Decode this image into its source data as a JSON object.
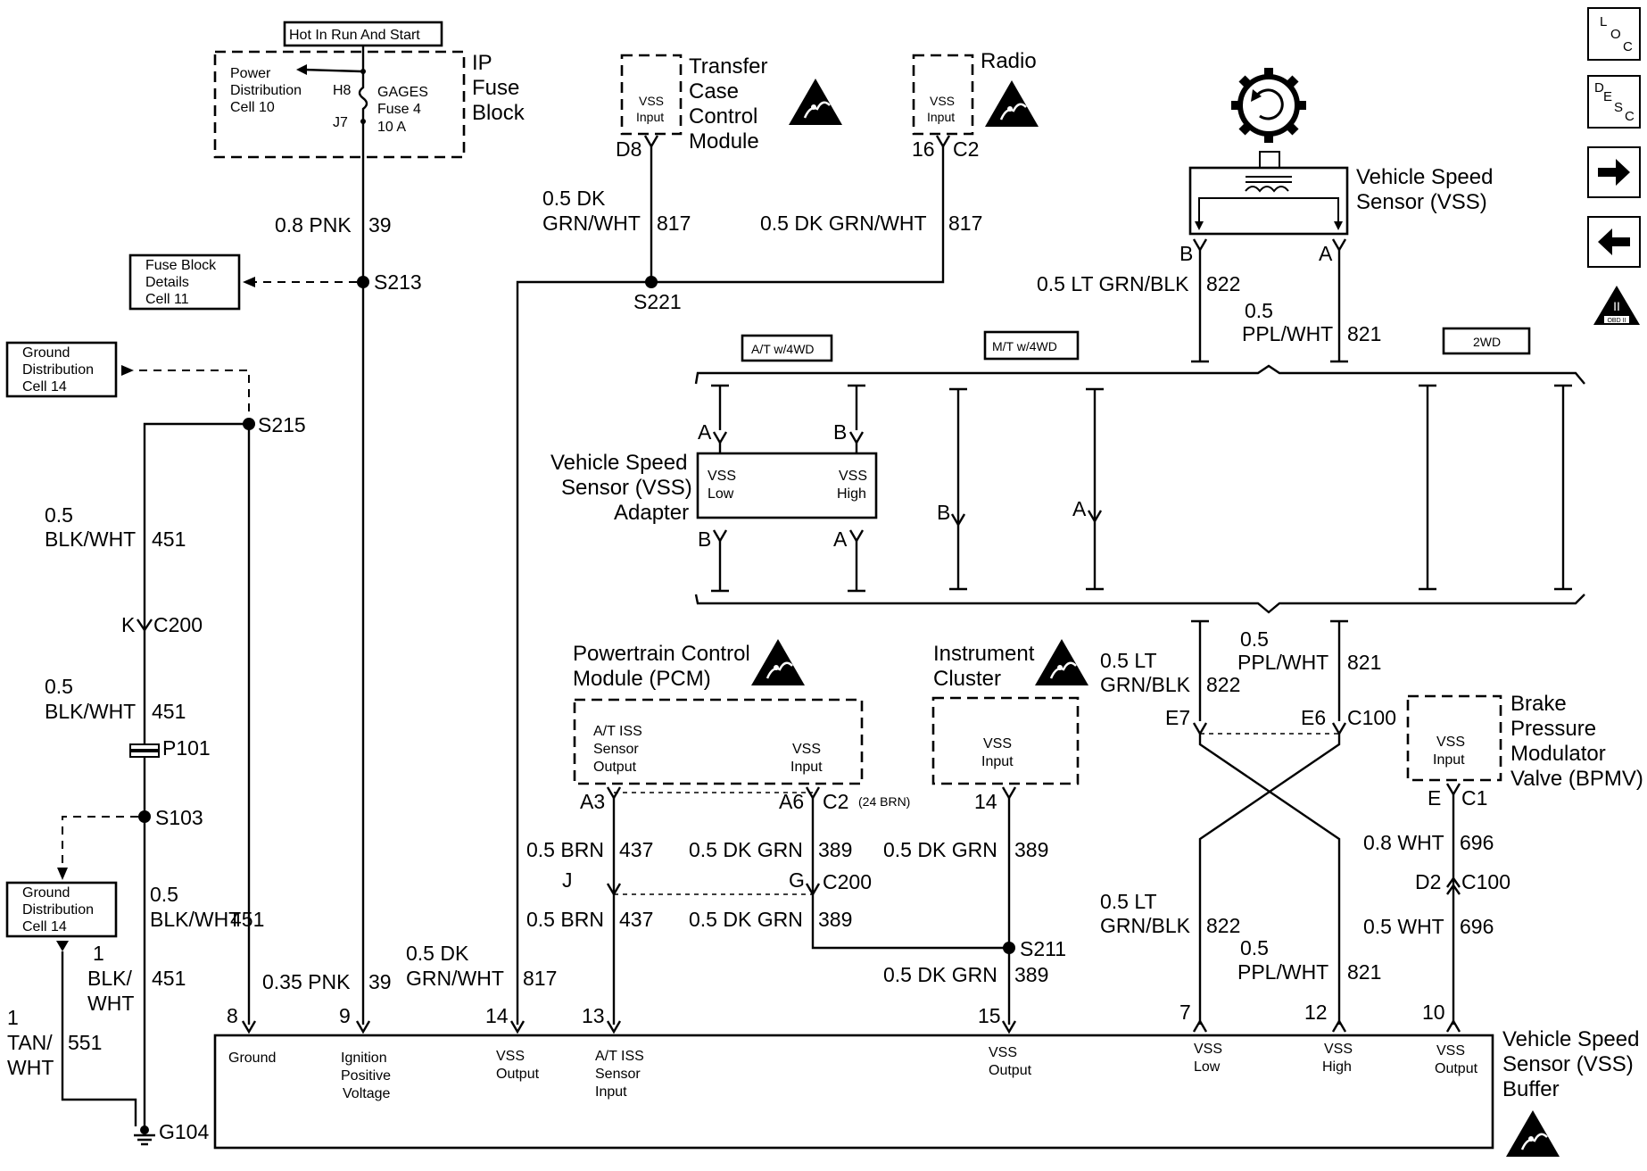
{
  "fuse": {
    "hot_label": "Hot In Run And Start",
    "pdc_l1": "Power",
    "pdc_l2": "Distribution",
    "pdc_l3": "Cell 10",
    "h8": "H8",
    "j7": "J7",
    "gages1": "GAGES",
    "gages2": "Fuse 4",
    "gages3": "10 A",
    "ip1": "IP",
    "ip2": "Fuse",
    "ip3": "Block"
  },
  "refs": {
    "fbd1": "Fuse Block",
    "fbd2": "Details",
    "fbd3": "Cell 11",
    "gd_a1": "Ground",
    "gd_a2": "Distribution",
    "gd_a3": "Cell 14",
    "gd_b1": "Ground",
    "gd_b2": "Distribution",
    "gd_b3": "Cell 14"
  },
  "splices": {
    "s213": "S213",
    "s215": "S215",
    "s221": "S221",
    "s103": "S103",
    "s211": "S211",
    "p101": "P101",
    "g104": "G104"
  },
  "connectors": {
    "c200_k": "K",
    "c200": "C200",
    "d8": "D8",
    "p16": "16",
    "c2_radio": "C2",
    "b": "B",
    "a": "A",
    "a3": "A3",
    "a6": "A6",
    "c2_pcm": "C2",
    "c2_note": "(24 BRN)",
    "j": "J",
    "g": "G",
    "c200b": "C200",
    "p14": "14",
    "e7": "E7",
    "e6": "E6",
    "c100": "C100",
    "e": "E",
    "c1": "C1",
    "d2": "D2",
    "c100b": "C100"
  },
  "wires": {
    "pnk08": "0.8 PNK",
    "n39": "39",
    "dkgrn_a1": "0.5 DK",
    "dkgrn_a2": "GRN/WHT",
    "n817": "817",
    "dkgrn_b": "0.5 DK GRN/WHT",
    "n817b": "817",
    "ltgrn822": "0.5 LT GRN/BLK",
    "n822": "822",
    "ppl05": "0.5",
    "pplwht": "PPL/WHT",
    "n821": "821",
    "blk05a": "0.5",
    "blkwht_a": "BLK/WHT",
    "n451a": "451",
    "blk05b": "0.5",
    "blkwht_b": "BLK/WHT",
    "n451b": "451",
    "blk05c": "0.5",
    "blkwht_c": "BLK/WHT",
    "n451c": "451",
    "blk1": "1",
    "blk1b": "BLK/",
    "blk1c": "WHT",
    "n451d": "451",
    "tan1": "1",
    "tan2": "TAN/",
    "tan3": "WHT",
    "n551": "551",
    "pnk035": "0.35 PNK",
    "n39b": "39",
    "dk05c1": "0.5 DK",
    "dk05c2": "GRN/WHT",
    "n817c": "817",
    "brn1": "0.5 BRN",
    "n437a": "437",
    "brn2": "0.5 BRN",
    "n437b": "437",
    "dkg1": "0.5 DK GRN",
    "n389a": "389",
    "dkg2": "0.5 DK GRN",
    "n389b": "389",
    "dkg3": "0.5 DK GRN",
    "n389c": "389",
    "dkg4": "0.5 DK GRN",
    "n389d": "389",
    "lt1a": "0.5 LT",
    "lt1b": "GRN/BLK",
    "n822b": "822",
    "pp1a": "0.5",
    "pp1b": "PPL/WHT",
    "n821b": "821",
    "wht08": "0.8 WHT",
    "n696a": "696",
    "lt2a": "0.5 LT",
    "lt2b": "GRN/BLK",
    "n822c": "822",
    "pp2a": "0.5",
    "pp2b": "PPL/WHT",
    "n821c": "821",
    "wht05": "0.5 WHT",
    "n696b": "696"
  },
  "modules": {
    "tccm1": "Transfer",
    "tccm2": "Case",
    "tccm3": "Control",
    "tccm4": "Module",
    "vss_in1": "VSS",
    "vss_in2": "Input",
    "radio": "Radio",
    "vss_r1": "VSS",
    "vss_r2": "Input",
    "vss_s1": "Vehicle Speed",
    "vss_s2": "Sensor (VSS)",
    "opt_at": "A/T w/4WD",
    "opt_mt": "M/T w/4WD",
    "opt_2wd": "2WD",
    "adp1": "Vehicle Speed",
    "adp2": "Sensor (VSS)",
    "adp3": "Adapter",
    "adp_low1": "VSS",
    "adp_low2": "Low",
    "adp_high1": "VSS",
    "adp_high2": "High",
    "pcm1": "Powertrain Control",
    "pcm2": "Module (PCM)",
    "pcm_iss1": "A/T ISS",
    "pcm_iss2": "Sensor",
    "pcm_iss3": "Output",
    "pcm_vss1": "VSS",
    "pcm_vss2": "Input",
    "ic1": "Instrument",
    "ic2": "Cluster",
    "ic_vss1": "VSS",
    "ic_vss2": "Input",
    "bpmv1": "Brake",
    "bpmv2": "Pressure",
    "bpmv3": "Modulator",
    "bpmv4": "Valve (BPMV)",
    "bp_vss1": "VSS",
    "bp_vss2": "Input"
  },
  "buffer": {
    "p8": "8",
    "p9": "9",
    "p14": "14",
    "p13": "13",
    "p15": "15",
    "p7": "7",
    "p12": "12",
    "p10": "10",
    "ground": "Ground",
    "ign1": "Ignition",
    "ign2": "Positive",
    "ign3": "Voltage",
    "vout1": "VSS",
    "vout2": "Output",
    "iss1": "A/T ISS",
    "iss2": "Sensor",
    "iss3": "Input",
    "vout3": "VSS",
    "vout4": "Output",
    "low1": "VSS",
    "low2": "Low",
    "high1": "VSS",
    "high2": "High",
    "vout5": "VSS",
    "vout6": "Output",
    "title1": "Vehicle Speed",
    "title2": "Sensor (VSS)",
    "title3": "Buffer"
  },
  "nav": {
    "loc_l": "L",
    "loc_o": "O",
    "loc_c": "C",
    "desc_d": "D",
    "desc_e": "E",
    "desc_s": "S",
    "desc_c": "C",
    "obd": "OBD II",
    "obd_num": "II",
    "next": "next-arrow-icon",
    "prev": "prev-arrow-icon"
  },
  "icons": [
    "esd-warning-icon",
    "sensor-gear-icon",
    "ground-icon"
  ]
}
